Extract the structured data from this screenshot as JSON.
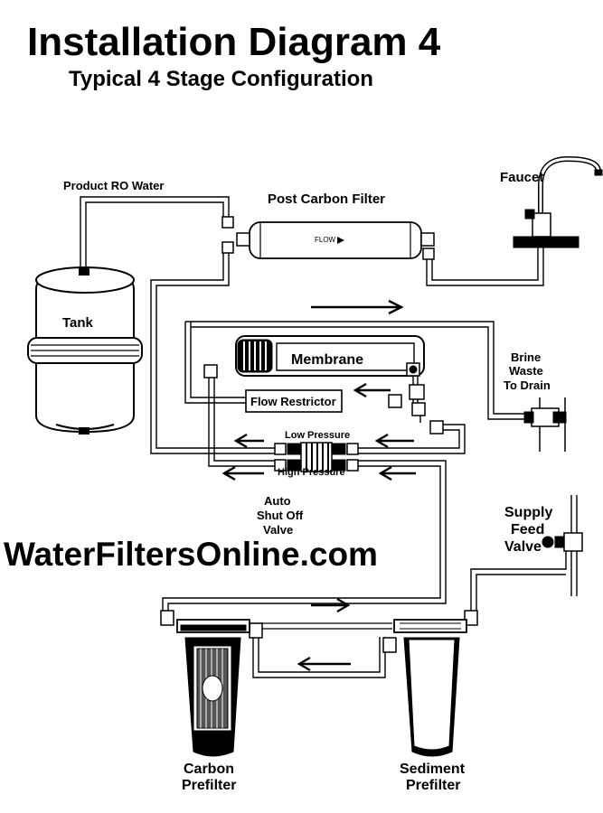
{
  "header": {
    "title": "Installation Diagram 4",
    "subtitle": "Typical 4 Stage Configuration"
  },
  "labels": {
    "product_ro_water": "Product RO Water",
    "post_carbon_filter": "Post Carbon Filter",
    "faucet": "Faucet",
    "tank": "Tank",
    "membrane": "Membrane",
    "flow_restrictor": "Flow Restrictor",
    "brine_line1": "Brine",
    "brine_line2": "Waste",
    "brine_line3": "To Drain",
    "low_pressure": "Low Pressure",
    "high_pressure": "High Pressure",
    "auto_line1": "Auto",
    "auto_line2": "Shut Off",
    "auto_line3": "Valve",
    "supply_line1": "Supply",
    "supply_line2": "Feed",
    "supply_line3": "Valve",
    "carbon_line1": "Carbon",
    "carbon_line2": "Prefilter",
    "sediment_line1": "Sediment",
    "sediment_line2": "Prefilter",
    "flow_mark": "FLOW"
  },
  "brand": {
    "watermark": "WaterFiltersOnline.com"
  }
}
